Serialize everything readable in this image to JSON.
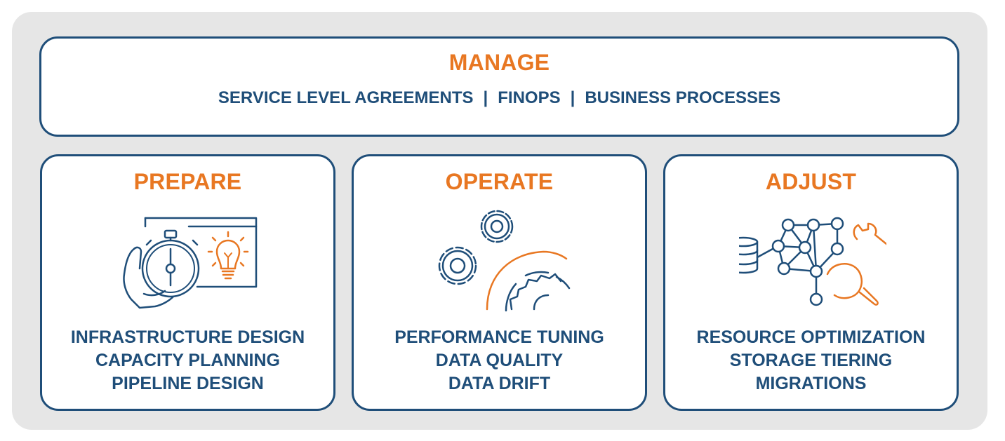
{
  "colors": {
    "panel_bg": "#e6e6e6",
    "border": "#1f4e79",
    "accent": "#e87722",
    "text": "#1f4e79"
  },
  "manage": {
    "title": "MANAGE",
    "items": [
      "SERVICE LEVEL AGREEMENTS",
      "FINOPS",
      "BUSINESS PROCESSES"
    ],
    "separator": "|"
  },
  "columns": [
    {
      "title": "PREPARE",
      "icon": "stopwatch-lightbulb-icon",
      "items": [
        "INFRASTRUCTURE DESIGN",
        "CAPACITY PLANNING",
        "PIPELINE DESIGN"
      ]
    },
    {
      "title": "OPERATE",
      "icon": "gears-icon",
      "items": [
        "PERFORMANCE TUNING",
        "DATA QUALITY",
        "DATA DRIFT"
      ]
    },
    {
      "title": "ADJUST",
      "icon": "network-database-wrench-icon",
      "items": [
        "RESOURCE OPTIMIZATION",
        "STORAGE TIERING",
        "MIGRATIONS"
      ]
    }
  ]
}
